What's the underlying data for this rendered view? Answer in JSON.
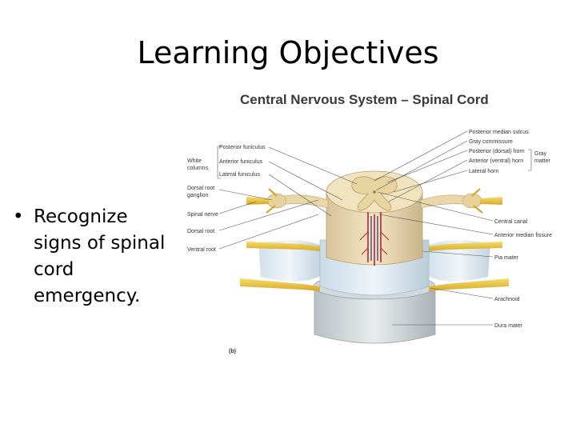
{
  "slide": {
    "title": "Learning Objectives",
    "bullets": [
      "Recognize signs of spinal cord emergency."
    ]
  },
  "figure": {
    "title": "Central Nervous System – Spinal Cord",
    "panel": "(b)",
    "left_labels": {
      "posterior_funiculus": "Posterior funiculus",
      "anterior_funiculus": "Anterior funiculus",
      "lateral_funiculus": "Lateral funiculus",
      "white_columns_1": "White",
      "white_columns_2": "columns",
      "dorsal_root_ganglion_1": "Dorsal root",
      "dorsal_root_ganglion_2": "ganglion",
      "spinal_nerve": "Spinal nerve",
      "dorsal_root": "Dorsal root",
      "ventral_root": "Ventral root"
    },
    "right_labels": {
      "posterior_median_sulcus": "Posterior median sulcus",
      "gray_commissure": "Gray commissure",
      "posterior_horn": "Posterior (dorsal) horn",
      "anterior_horn": "Anterior (ventral) horn",
      "lateral_horn": "Lateral horn",
      "gray_matter_1": "Gray",
      "gray_matter_2": "matter",
      "central_canal": "Central canal",
      "anterior_median_fissure": "Anterior median fissure",
      "pia_mater": "Pia mater",
      "arachnoid": "Arachnoid",
      "dura_mater": "Dura mater"
    }
  }
}
